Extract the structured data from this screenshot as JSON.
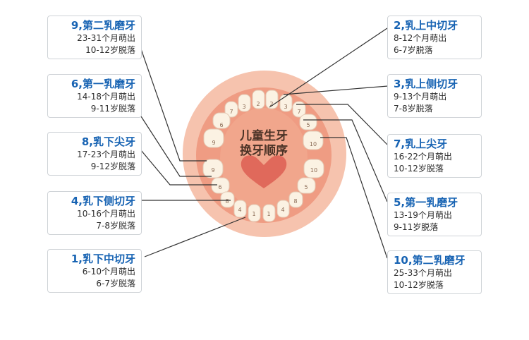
{
  "center": {
    "line1": "儿童生牙",
    "line2": "换牙顺序"
  },
  "cards": {
    "c9": {
      "title": "9,第二乳磨牙",
      "erupt": "23-31个月萌出",
      "shed": "10-12岁脱落"
    },
    "c6": {
      "title": "6,第一乳磨牙",
      "erupt": "14-18个月萌出",
      "shed": "9-11岁脱落"
    },
    "c8": {
      "title": "8,乳下尖牙",
      "erupt": "17-23个月萌出",
      "shed": "9-12岁脱落"
    },
    "c4": {
      "title": "4,乳下侧切牙",
      "erupt": "10-16个月萌出",
      "shed": "7-8岁脱落"
    },
    "c1": {
      "title": "1,乳下中切牙",
      "erupt": "6-10个月萌出",
      "shed": "6-7岁脱落"
    },
    "c2": {
      "title": "2,乳上中切牙",
      "erupt": "8-12个月萌出",
      "shed": "6-7岁脱落"
    },
    "c3": {
      "title": "3,乳上侧切牙",
      "erupt": "9-13个月萌出",
      "shed": "7-8岁脱落"
    },
    "c7": {
      "title": "7,乳上尖牙",
      "erupt": "16-22个月萌出",
      "shed": "10-12岁脱落"
    },
    "c5": {
      "title": "5,第一乳磨牙",
      "erupt": "13-19个月萌出",
      "shed": "9-11岁脱落"
    },
    "c10": {
      "title": "10,第二乳磨牙",
      "erupt": "25-33个月萌出",
      "shed": "10-12岁脱落"
    }
  },
  "tooth_numbers": {
    "upper_right": [
      "2",
      "3",
      "7",
      "5",
      "10"
    ],
    "upper_left": [
      "2",
      "3",
      "7",
      "6",
      "9"
    ],
    "lower_left": [
      "1",
      "4",
      "8",
      "6",
      "9"
    ],
    "lower_right": [
      "1",
      "4",
      "8",
      "5",
      "10"
    ]
  },
  "colors": {
    "title_blue": "#1763b3",
    "card_border": "#cfd3d7",
    "outer_gum": "#f6c3ae",
    "inner_gum": "#ef9c83",
    "heart": "#e0695b",
    "tooth": "#fbf2e3",
    "leader_line": "#333333"
  }
}
